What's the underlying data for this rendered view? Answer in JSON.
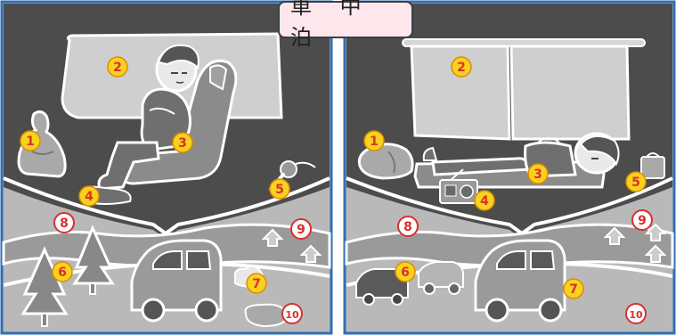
{
  "title": "車 中 泊",
  "badges": [
    "1",
    "2",
    "3",
    "4",
    "5",
    "6",
    "7",
    "8",
    "9",
    "10"
  ],
  "colors": {
    "frame": "#2f6fb3",
    "interior": "#4c4c4c",
    "landscape": "#b9b9b9",
    "yellow_badge": "#f7d21e",
    "red_badge_ring": "#d9302c",
    "title_bg": "#fde6ec"
  },
  "panels": [
    {
      "id": "left",
      "scene": "sitting-in-seat",
      "yellow_badges": [
        "1",
        "2",
        "3",
        "4",
        "5",
        "6",
        "7"
      ],
      "red_badges": [
        "8",
        "9",
        "10"
      ]
    },
    {
      "id": "right",
      "scene": "lying-down",
      "yellow_badges": [
        "1",
        "2",
        "3",
        "4",
        "5",
        "6",
        "7"
      ],
      "red_badges": [
        "8",
        "9",
        "10"
      ]
    }
  ],
  "icons": [
    "backpack-icon",
    "window-icon",
    "person-icon",
    "shoes-icon",
    "microphone-icon",
    "tree-icon",
    "car-icon",
    "exhaust-icon",
    "arrow-up-icon",
    "puddle-icon",
    "radio-icon",
    "tissue-box-icon",
    "curtain-icon"
  ]
}
